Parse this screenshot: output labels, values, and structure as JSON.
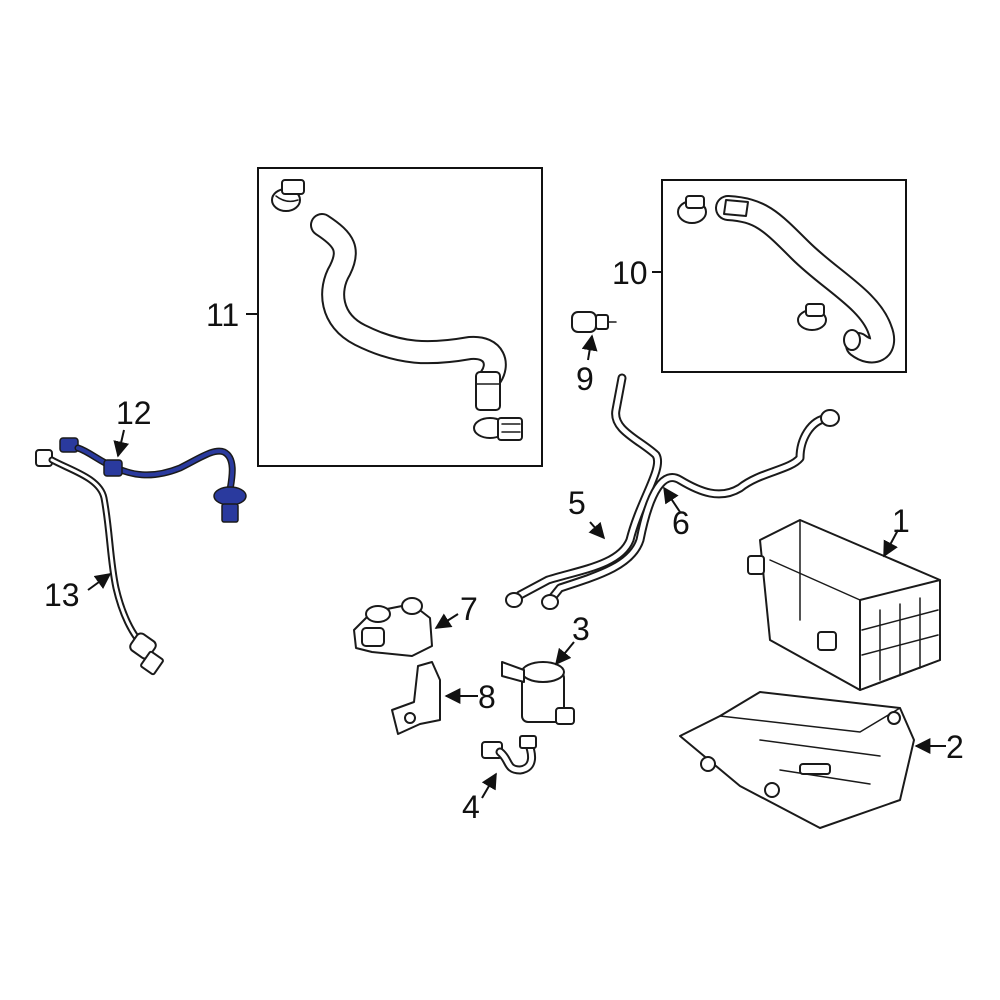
{
  "diagram": {
    "highlight_color": "#2a3a9e",
    "line_color": "#1a1a1a",
    "background": "#ffffff",
    "highlighted_part": "12",
    "callouts": {
      "p1": "1",
      "p2": "2",
      "p3": "3",
      "p4": "4",
      "p5": "5",
      "p6": "6",
      "p7": "7",
      "p8": "8",
      "p9": "9",
      "p10": "10",
      "p11": "11",
      "p12": "12",
      "p13": "13"
    }
  }
}
